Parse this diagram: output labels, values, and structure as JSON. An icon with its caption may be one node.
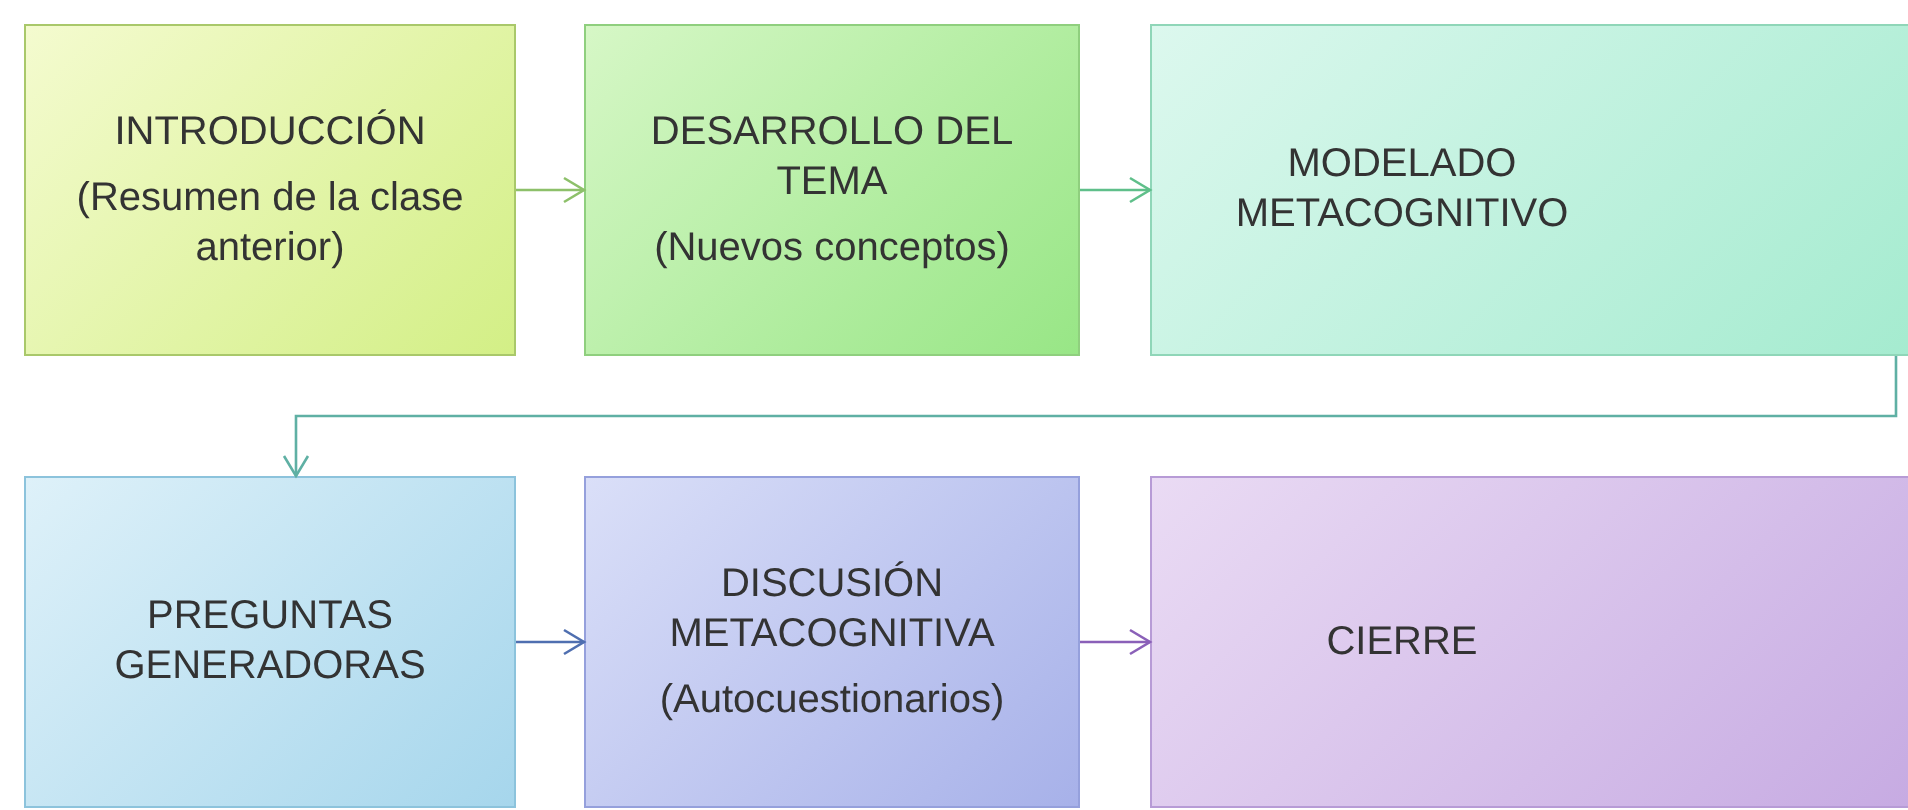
{
  "diagram": {
    "nodes": [
      {
        "text": [
          "INTRODUCCIÓN",
          "(Resumen de la clase anterior)"
        ]
      },
      {
        "text": [
          "DESARROLLO DEL TEMA",
          "(Nuevos conceptos)"
        ]
      },
      {
        "text": [
          "MODELADO METACOGNITIVO"
        ]
      },
      {
        "text": [
          "PREGUNTAS GENERADORAS"
        ]
      },
      {
        "text": [
          "DISCUSIÓN METACOGNITIVA",
          "(Autocuestionarios)"
        ]
      },
      {
        "text": [
          "CIERRE"
        ]
      }
    ],
    "edges": [
      {
        "from": 0,
        "to": 1,
        "arrow": "to",
        "color": "#8dc06a"
      },
      {
        "from": 1,
        "to": 2,
        "arrow": "to",
        "color": "#5fbf8a"
      },
      {
        "from": 2,
        "to": 3,
        "arrow": "to",
        "color": "#5fb0a4"
      },
      {
        "from": 3,
        "to": 4,
        "arrow": "to",
        "color": "#4f6fb0"
      },
      {
        "from": 4,
        "to": 5,
        "arrow": "to",
        "color": "#8a60b8"
      }
    ]
  }
}
